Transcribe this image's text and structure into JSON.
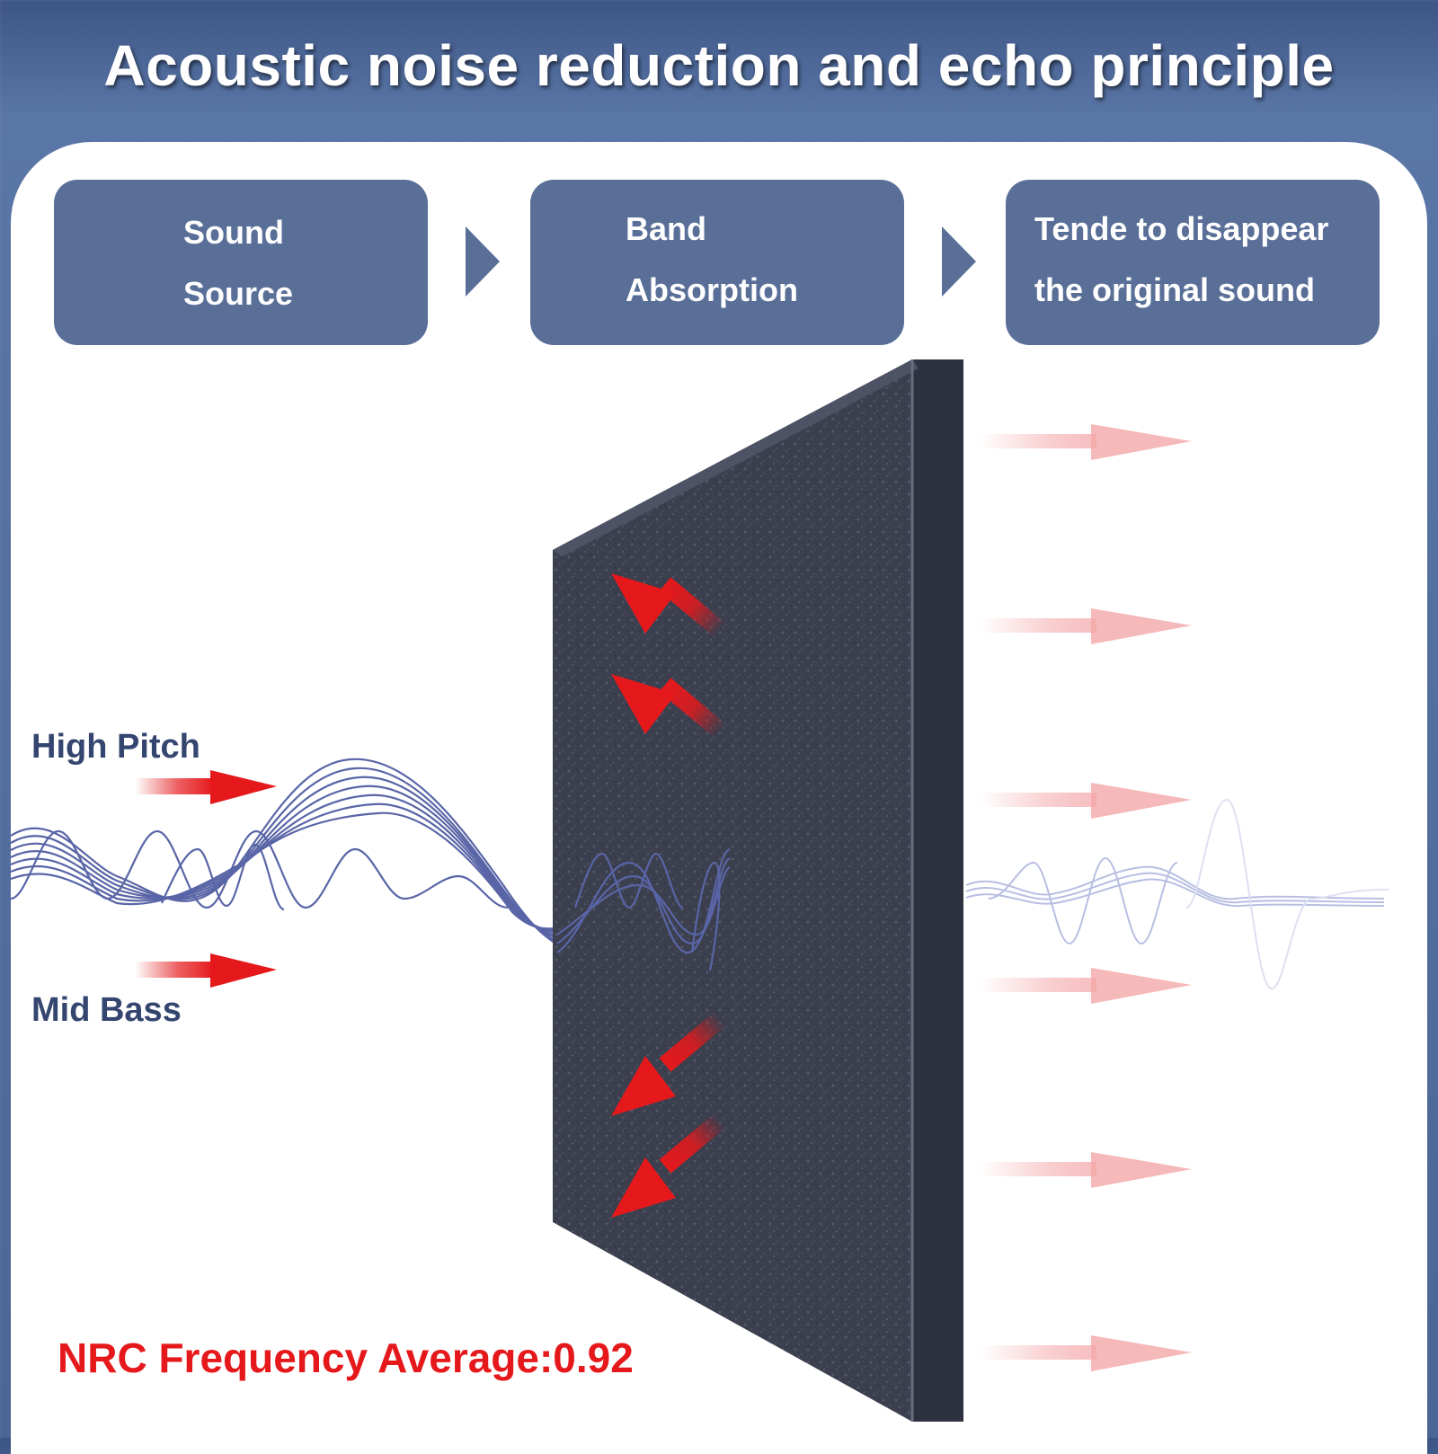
{
  "headline": "Acoustic noise reduction and echo principle",
  "steps": [
    {
      "line1": "Sound",
      "line2": "Source"
    },
    {
      "line1": "Band",
      "line2": "Absorption"
    },
    {
      "line1": "Tende to disappear",
      "line2": "the original sound"
    }
  ],
  "labels": {
    "high_pitch": "High Pitch",
    "mid_bass": "Mid Bass"
  },
  "nrc_text": "NRC Frequency Average:0.92",
  "colors": {
    "step_box": "#5a6f98",
    "wave": "#5965a6",
    "arrow": "#e5191c",
    "panel": "#393d4c"
  }
}
